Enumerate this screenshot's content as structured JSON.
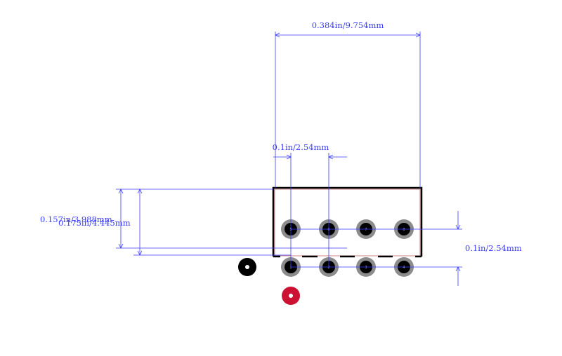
{
  "colors": {
    "dimension": "#3a3aff",
    "outline": "#000000",
    "pad_ring": "#8c8c8c",
    "pad_hole": "#000000",
    "body_inner": "#c88080",
    "marker_pin1": "#000000",
    "marker_origin": "#cc1133"
  },
  "dimensions": {
    "overall_width": "0.384in/9.754mm",
    "pitch_horizontal": "0.1in/2.54mm",
    "body_height": "0.157in/3.988mm",
    "row_offset": "0.175in/4.445mm",
    "pitch_vertical": "0.1in/2.54mm"
  },
  "pins": {
    "top_row": [
      "5",
      "6",
      "7",
      "8"
    ],
    "bottom_row": [
      "1",
      "2",
      "3",
      "4"
    ]
  }
}
